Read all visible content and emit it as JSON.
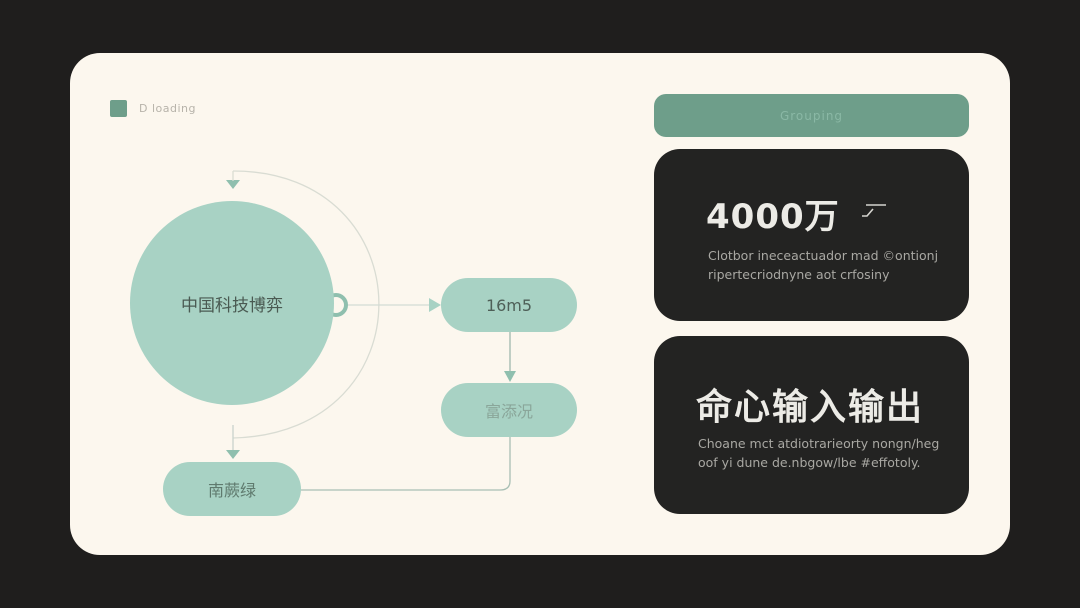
{
  "legend": {
    "label": "D loading",
    "swatch_color": "#6e9e8a"
  },
  "diagram": {
    "central_node": {
      "label": "中国科技博弈"
    },
    "node_top_right": {
      "label": "16m5"
    },
    "node_mid_right": {
      "label": "富添况"
    },
    "node_bottom_left": {
      "label": "南蕨绿"
    },
    "colors": {
      "node_fill": "#a8d2c4",
      "connector": "#c9d8cf",
      "arrow": "#8fbfae",
      "background": "#fcf7ee"
    }
  },
  "sidebar": {
    "header_label": "Grouping",
    "cards": [
      {
        "title": "4000万",
        "icon": "check-icon",
        "description": "Clotbor ineceactuador mad ©ontionj ripertecriodnyne aot crfosiny"
      },
      {
        "title": "命心输入输出",
        "description": "Choane mct atdiotrarieorty nongn/heg oof yi dune de.nbgow/lbe #effotoly."
      }
    ]
  }
}
